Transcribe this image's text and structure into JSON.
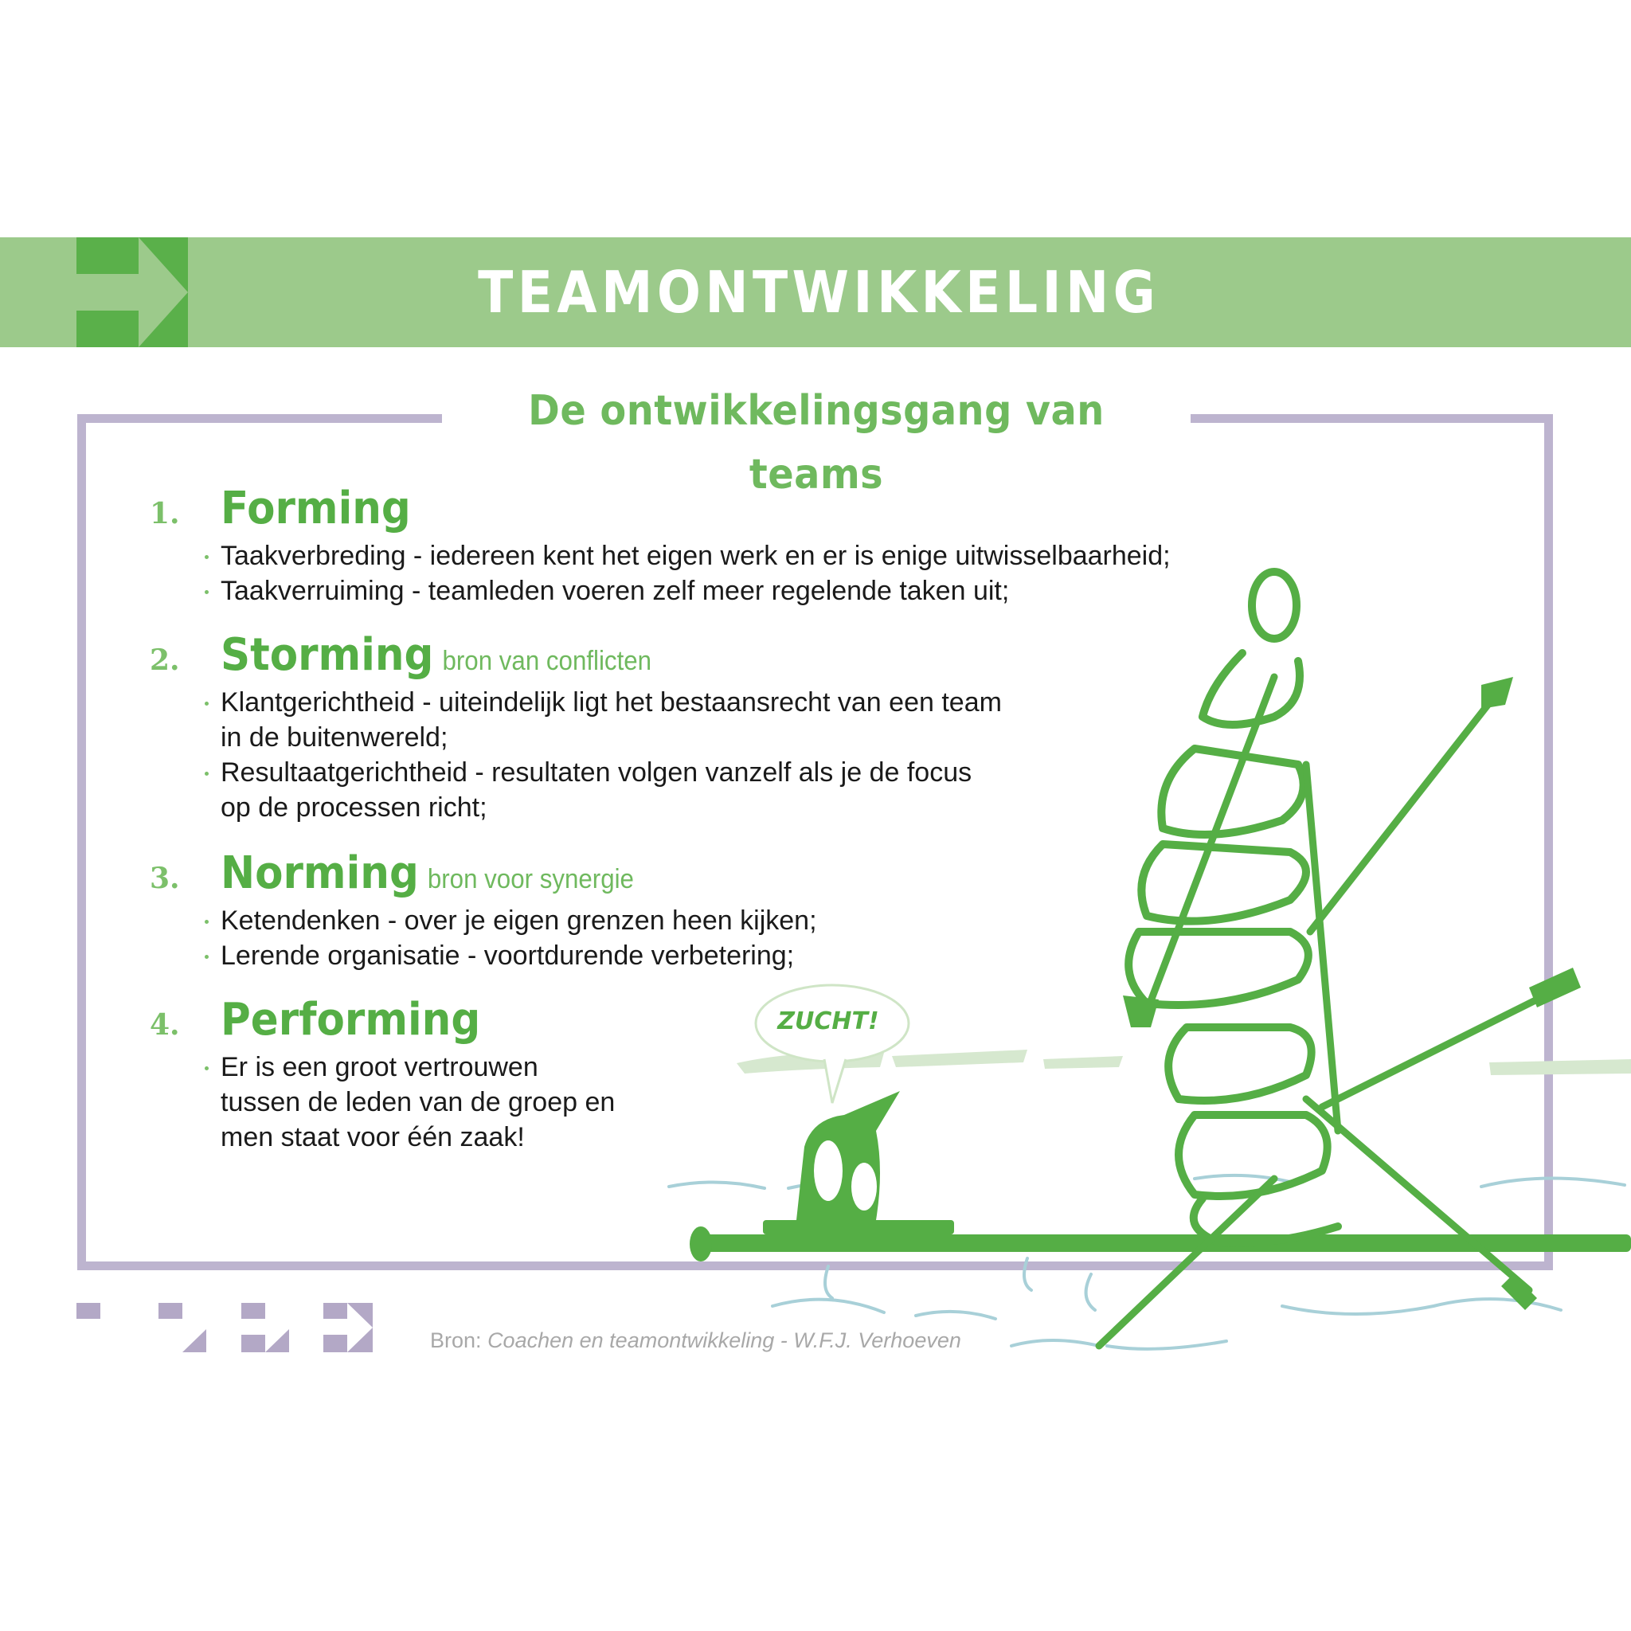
{
  "header": {
    "title": "TEAMONTWIKKELING",
    "colors": {
      "banner": "#9cca8b",
      "logo": "#5ab04a",
      "text": "#ffffff"
    }
  },
  "frame": {
    "title": "De ontwikkelingsgang van teams",
    "colors": {
      "border": "#bdb4cf",
      "title": "#6fb95e"
    }
  },
  "sections": [
    {
      "number": "1.",
      "title": "Forming",
      "subtitle": "",
      "bullets": [
        {
          "lines": [
            "Taakverbreding - iedereen kent het eigen werk en er is enige uitwisselbaarheid;"
          ]
        },
        {
          "lines": [
            "Taakverruiming - teamleden voeren zelf meer regelende taken uit;"
          ]
        }
      ]
    },
    {
      "number": "2.",
      "title": "Storming",
      "subtitle": "bron van conflicten",
      "bullets": [
        {
          "lines": [
            "Klantgerichtheid - uiteindelijk ligt het bestaansrecht van een team",
            "in de buitenwereld;"
          ]
        },
        {
          "lines": [
            "Resultaatgerichtheid - resultaten volgen vanzelf als je de focus",
            "op de processen richt;"
          ]
        }
      ]
    },
    {
      "number": "3.",
      "title": "Norming",
      "subtitle": "bron voor synergie",
      "bullets": [
        {
          "lines": [
            "Ketendenken - over je eigen grenzen heen kijken;"
          ]
        },
        {
          "lines": [
            "Lerende organisatie - voortdurende verbetering;"
          ]
        }
      ]
    },
    {
      "number": "4.",
      "title": "Performing",
      "subtitle": "",
      "bullets": [
        {
          "lines": [
            "Er is een groot vertrouwen",
            "tussen de leden van de groep en",
            "men staat voor één zaak!"
          ]
        }
      ]
    }
  ],
  "illustration": {
    "speech_bubble": "ZUCHT!",
    "description": "cartoon-rowers-stacked-on-raft",
    "colors": {
      "ink": "#55ae45",
      "light": "#d6e8cf",
      "water": "#a8d0d8"
    }
  },
  "footer": {
    "source_label": "Bron:",
    "source_title": "Coachen en teamontwikkeling",
    "source_separator": " - ",
    "source_author": "W.F.J. Verhoeven",
    "logo_steps_color": "#b3a8c6"
  }
}
